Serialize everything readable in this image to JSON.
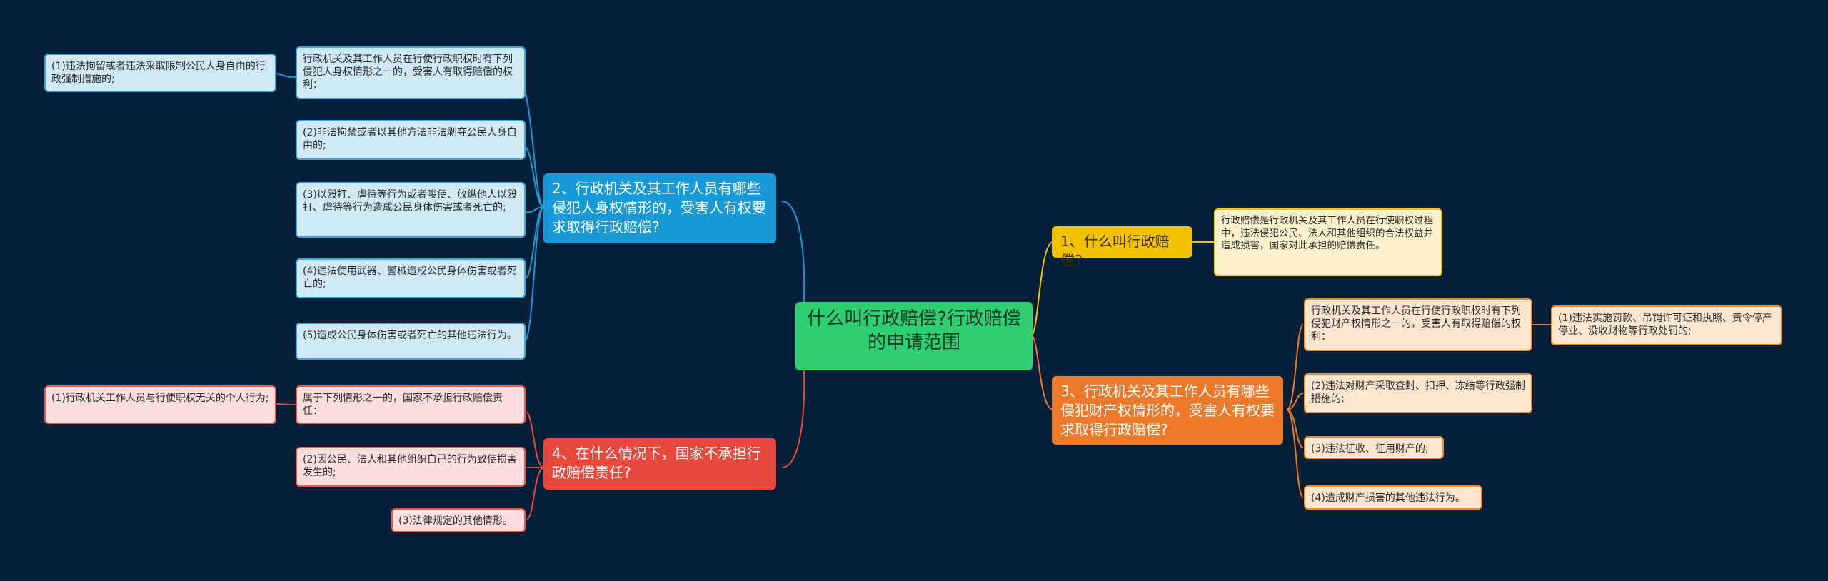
{
  "root": {
    "title": "什么叫行政赔偿?行政赔偿的申请范围"
  },
  "colors": {
    "background": "#052039",
    "root": "#2ecf72",
    "branch1": "#f2c200",
    "branch2": "#199ad8",
    "branch3": "#ec7a2a",
    "branch4": "#e9483d"
  },
  "branch1": {
    "label": "1、什么叫行政赔偿?",
    "children": [
      "行政赔偿是行政机关及其工作人员在行使职权过程中，违法侵犯公民、法人和其他组织的合法权益并造成损害，国家对此承担的赔偿责任。"
    ]
  },
  "branch2": {
    "label": "2、行政机关及其工作人员有哪些侵犯人身权情形的，受害人有权要求取得行政赔偿?",
    "children": [
      {
        "text": "行政机关及其工作人员在行使行政职权时有下列侵犯人身权情形之一的，受害人有取得赔偿的权利：",
        "child": "(1)违法拘留或者违法采取限制公民人身自由的行政强制措施的;"
      },
      {
        "text": "(2)非法拘禁或者以其他方法非法剥夺公民人身自由的;"
      },
      {
        "text": "(3)以殴打、虐待等行为或者唆使、放纵他人以殴打、虐待等行为造成公民身体伤害或者死亡的;"
      },
      {
        "text": "(4)违法使用武器、警械造成公民身体伤害或者死亡的;"
      },
      {
        "text": "(5)造成公民身体伤害或者死亡的其他违法行为。"
      }
    ]
  },
  "branch3": {
    "label": "3、行政机关及其工作人员有哪些侵犯财产权情形的，受害人有权要求取得行政赔偿?",
    "children": [
      {
        "text": "行政机关及其工作人员在行使行政职权时有下列侵犯财产权情形之一的，受害人有取得赔偿的权利：",
        "child": "(1)违法实施罚款、吊销许可证和执照、责令停产停业、没收财物等行政处罚的;"
      },
      {
        "text": "(2)违法对财产采取查封、扣押、冻结等行政强制措施的;"
      },
      {
        "text": "(3)违法征收、征用财产的;"
      },
      {
        "text": "(4)造成财产损害的其他违法行为。"
      }
    ]
  },
  "branch4": {
    "label": "4、在什么情况下，国家不承担行政赔偿责任?",
    "children": [
      {
        "text": "属于下列情形之一的，国家不承担行政赔偿责任：",
        "child": "(1)行政机关工作人员与行使职权无关的个人行为;"
      },
      {
        "text": "(2)因公民、法人和其他组织自己的行为致使损害发生的;"
      },
      {
        "text": "(3)法律规定的其他情形。"
      }
    ]
  }
}
